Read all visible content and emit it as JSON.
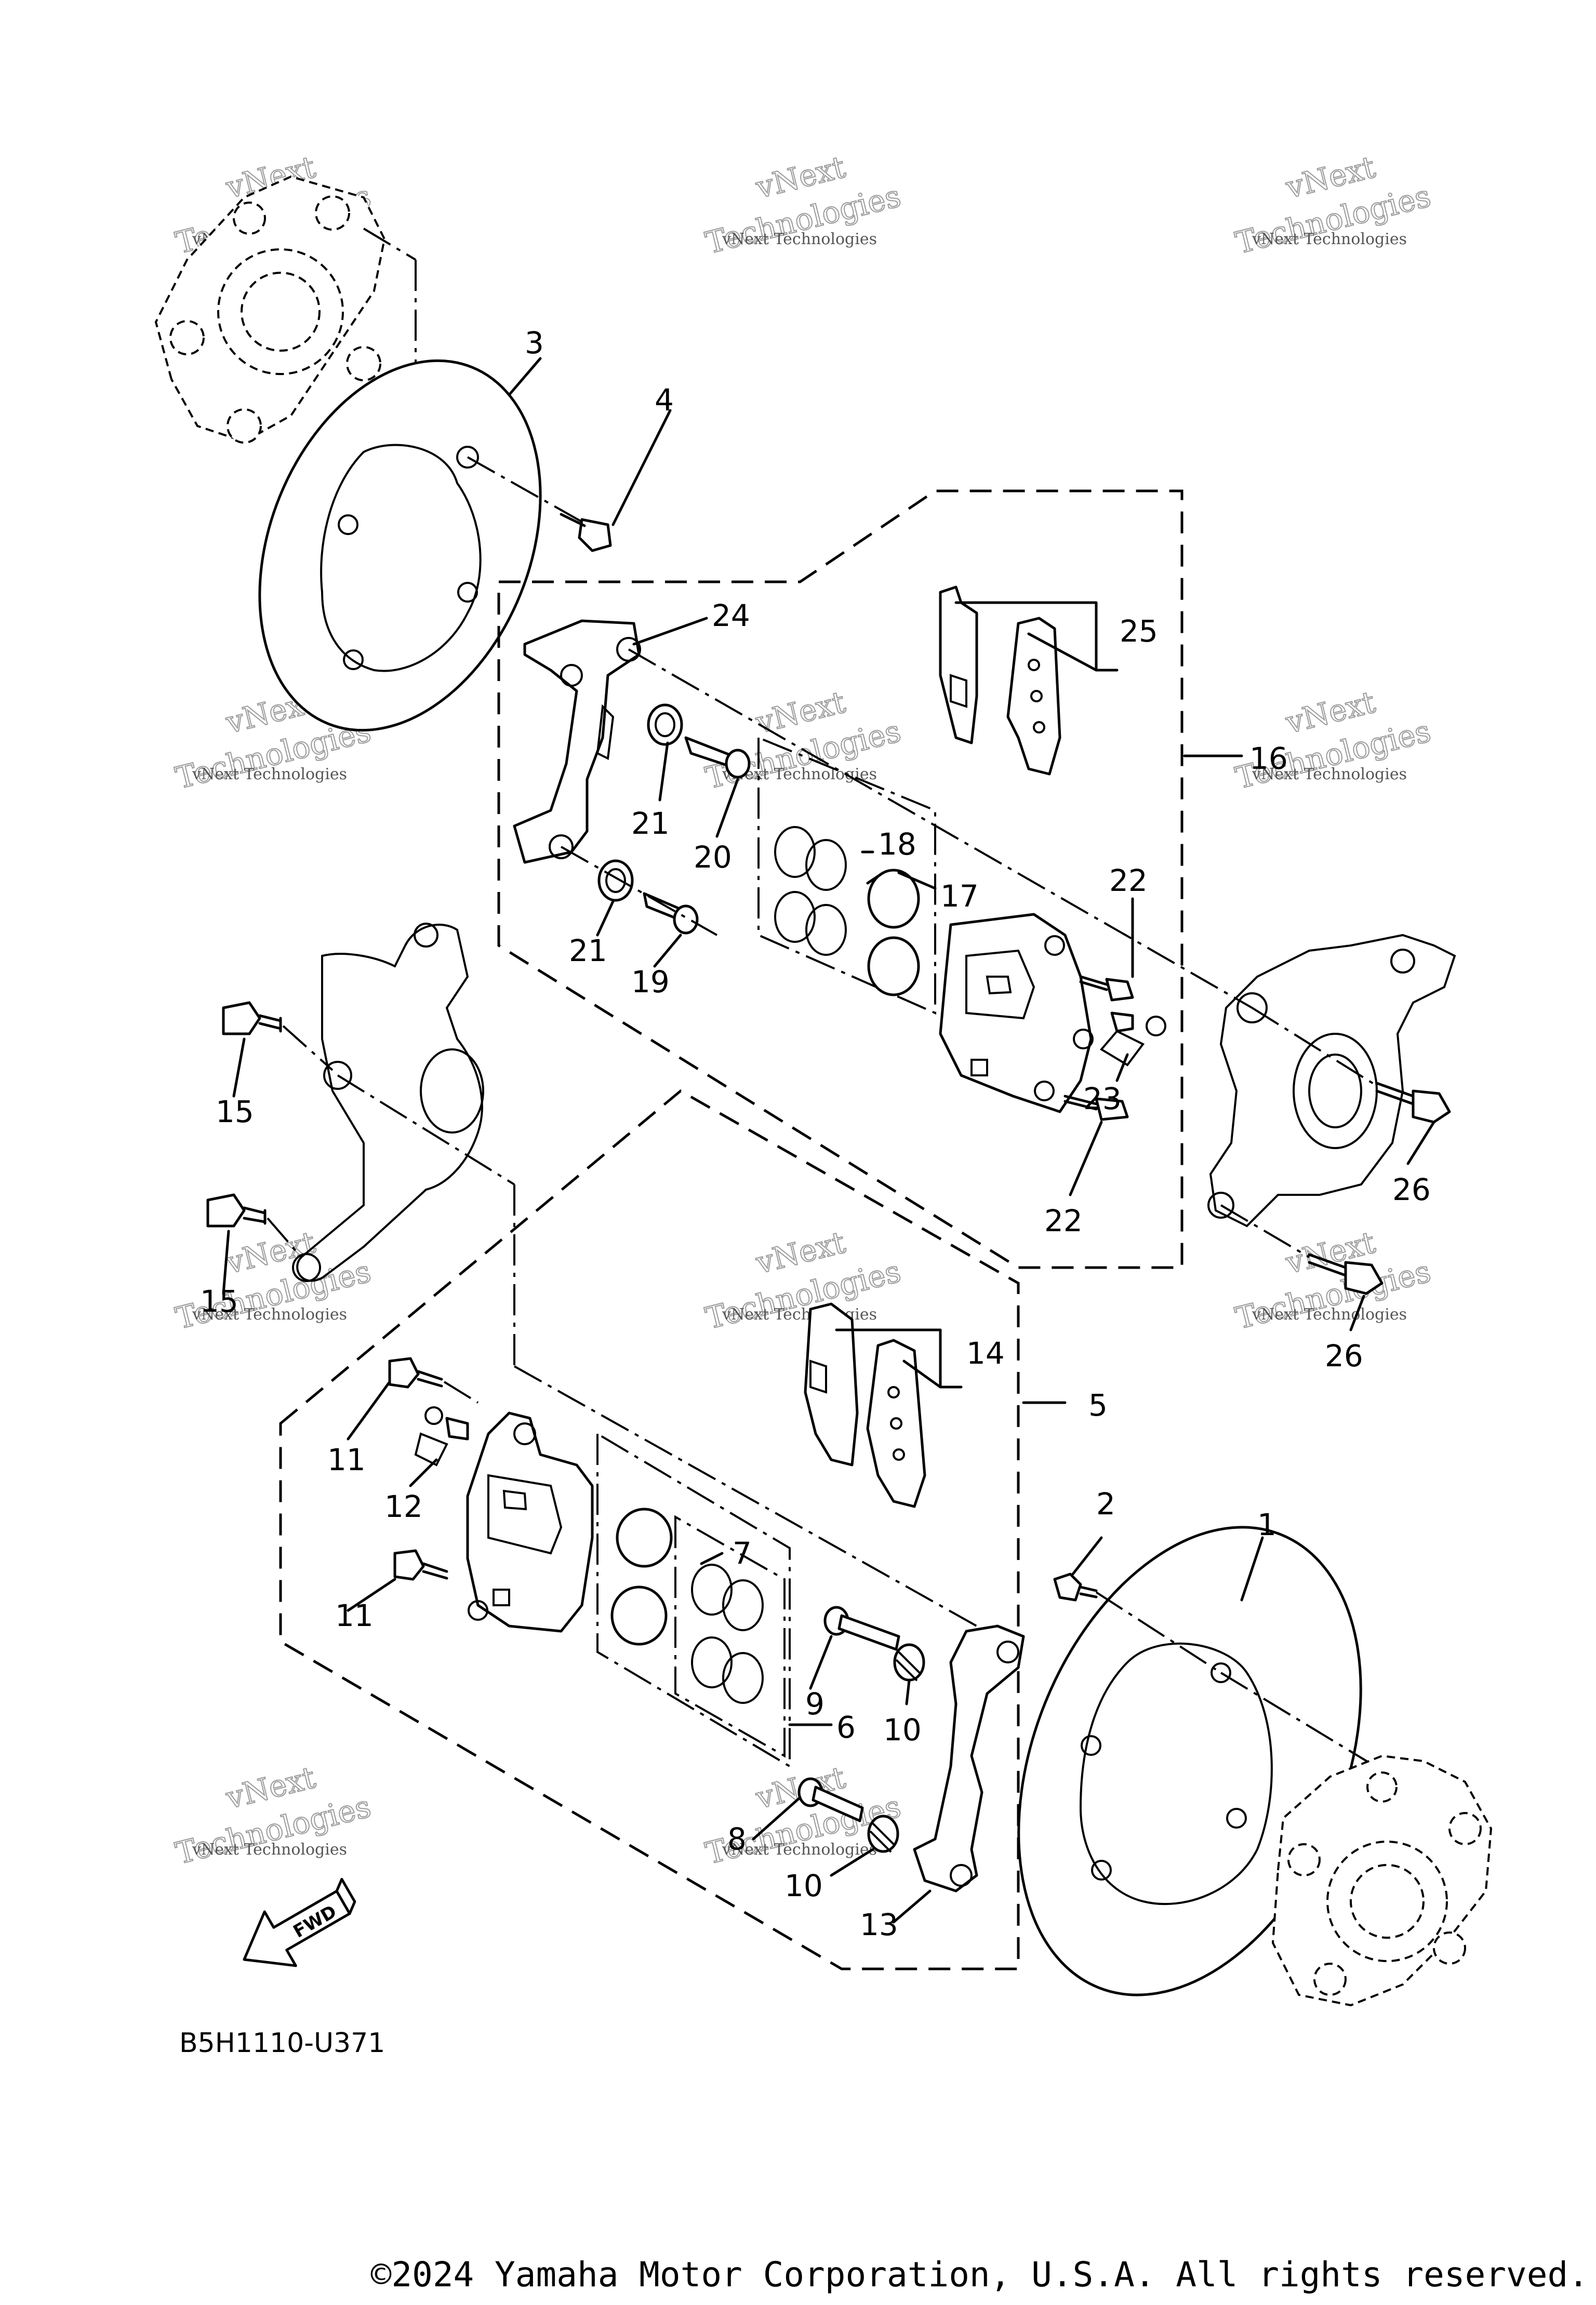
{
  "diagram": {
    "part_labels": {
      "p1": "1",
      "p2": "2",
      "p3": "3",
      "p4": "4",
      "p5": "5",
      "p6": "6",
      "p7": "7",
      "p8": "8",
      "p9": "9",
      "p10a": "10",
      "p10b": "10",
      "p11a": "11",
      "p11b": "11",
      "p12": "12",
      "p13": "13",
      "p14": "14",
      "p15a": "15",
      "p15b": "15",
      "p16": "16",
      "p17": "17",
      "p18": "18",
      "p19": "19",
      "p20": "20",
      "p21a": "21",
      "p21b": "21",
      "p22a": "22",
      "p22b": "22",
      "p23": "23",
      "p24": "24",
      "p25": "25",
      "p26a": "26",
      "p26b": "26"
    },
    "fwd_label": "FWD",
    "diagram_code": "B5H1110-U371",
    "watermark": {
      "line1": "vNext Technologies",
      "line2": "vNext",
      "line3": "Technologies"
    }
  },
  "footer": {
    "copyright": "©2024 Yamaha Motor Corporation, U.S.A. All rights reserved."
  }
}
